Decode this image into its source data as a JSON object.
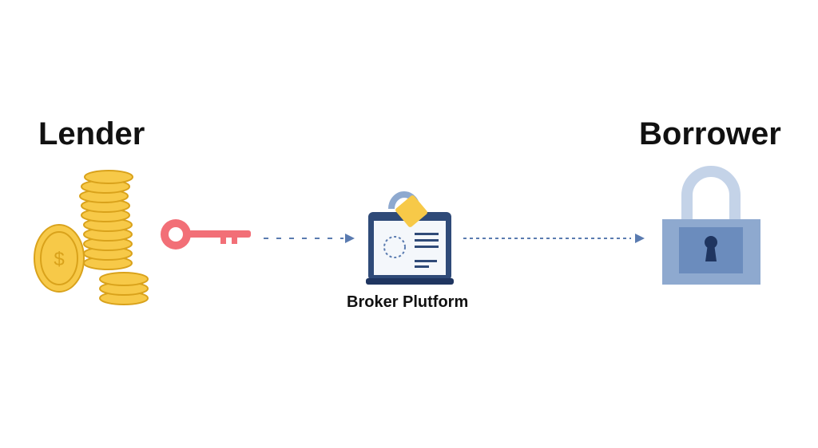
{
  "labels": {
    "lender": "Lender",
    "borrower": "Borrower",
    "broker": "Broker Plutform"
  },
  "icons": {
    "lender": "coin-stack-icon",
    "key": "key-icon",
    "broker": "laptop-icon",
    "lock": "padlock-icon"
  },
  "colors": {
    "coin": "#f7c948",
    "coin_edge": "#d9a21b",
    "key": "#f26f77",
    "laptop": "#2f4a78",
    "lock_body": "#8ea9cf",
    "lock_shackle": "#c4d3e8",
    "arrow": "#5a7bb0"
  }
}
